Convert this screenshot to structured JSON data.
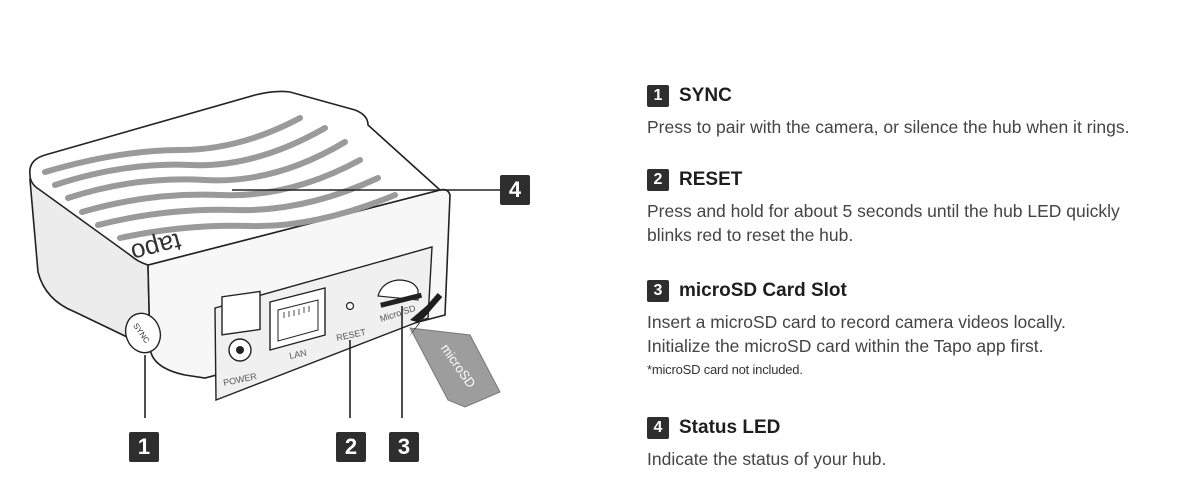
{
  "device": {
    "brand_logo": "tapo",
    "sync_button_label": "SYNC",
    "port_labels": {
      "power": "POWER",
      "lan": "LAN",
      "reset": "RESET",
      "microsd_slot": "Micro SD"
    },
    "card_label": "microSD"
  },
  "callouts": [
    "1",
    "2",
    "3",
    "4"
  ],
  "legend": [
    {
      "number": "1",
      "title": "SYNC",
      "lines": [
        "Press to pair with the camera, or silence the hub when it rings."
      ]
    },
    {
      "number": "2",
      "title": "RESET",
      "lines": [
        "Press and hold for about 5 seconds until the hub LED quickly",
        "blinks red to reset the hub."
      ]
    },
    {
      "number": "3",
      "title": "microSD Card Slot",
      "lines": [
        "Insert a microSD card to record camera videos locally.",
        "Initialize the microSD card within the Tapo app first."
      ],
      "note": "*microSD card not included."
    },
    {
      "number": "4",
      "title": "Status LED",
      "lines": [
        "Indicate the status of your hub."
      ]
    }
  ]
}
